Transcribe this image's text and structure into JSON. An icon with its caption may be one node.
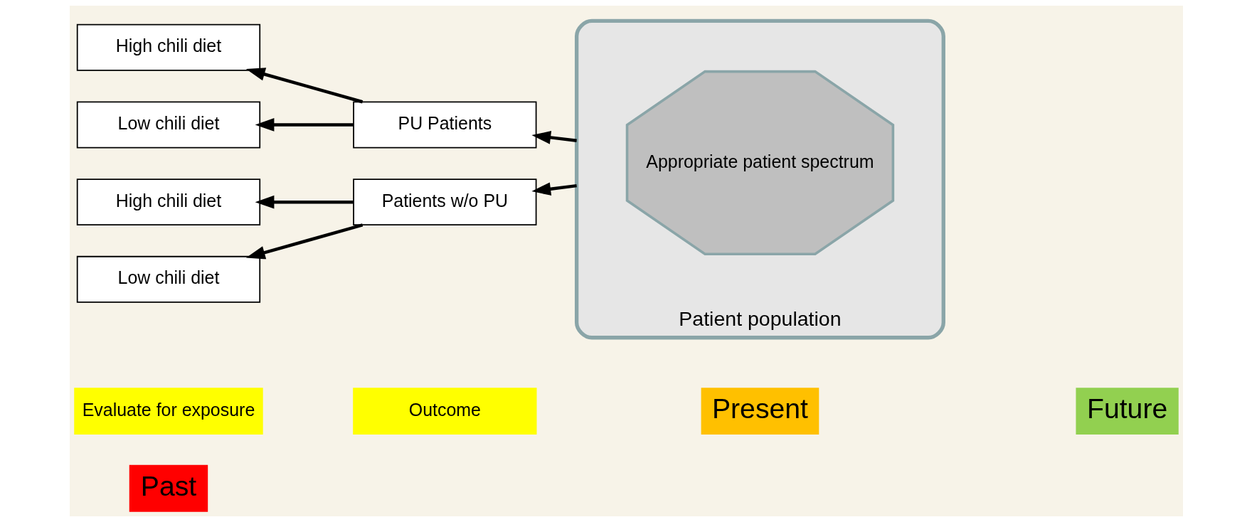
{
  "diagram": {
    "nodes": [
      {
        "text": [
          "Past"
        ]
      },
      {
        "text": [
          "Present"
        ]
      },
      {
        "text": [
          "Future"
        ]
      },
      {
        "text": [
          "Evaluate for exposure"
        ]
      },
      {
        "text": [
          "Outcome"
        ]
      },
      {
        "text": [
          "High chili diet"
        ]
      },
      {
        "text": [
          "Low chili diet"
        ]
      },
      {
        "text": [
          "PU Patients"
        ]
      },
      {
        "text": [
          "High chili diet"
        ]
      },
      {
        "text": [
          "Low chili diet"
        ]
      },
      {
        "text": [
          "Patients w/o PU"
        ]
      },
      {
        "text": [
          "Patient population"
        ]
      },
      {
        "text": [
          "Appropriate patient spectrum"
        ],
        "in": 11
      }
    ],
    "edges": [
      {
        "from": 7,
        "to": 5,
        "arrow": "to"
      },
      {
        "from": 7,
        "to": 6,
        "arrow": "to"
      },
      {
        "from": 11,
        "to": 7,
        "arrow": "to"
      },
      {
        "from": 10,
        "to": 8,
        "arrow": "to"
      },
      {
        "from": 10,
        "to": 9,
        "arrow": "to"
      },
      {
        "from": 11,
        "to": 10,
        "arrow": "to"
      }
    ]
  }
}
